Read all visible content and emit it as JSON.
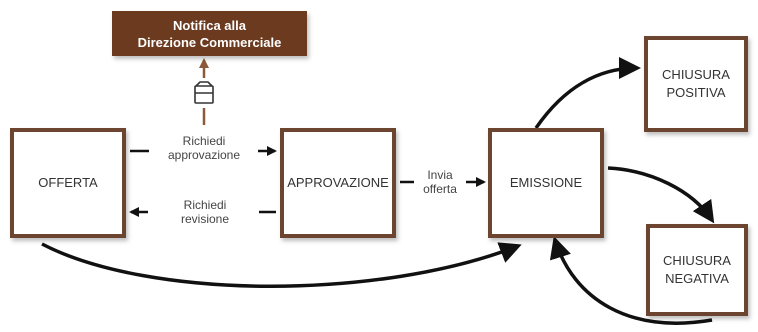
{
  "colors": {
    "box_border": "#6b4530",
    "note_fill": "#6b3a1f",
    "note_arrow": "#8b5a3a",
    "flow_arrow": "#111111",
    "text": "#333333"
  },
  "notification": {
    "line1": "Notifica alla",
    "line2": "Direzione Commerciale",
    "icon": "tray-box-icon"
  },
  "nodes": {
    "offerta": {
      "label": "OFFERTA"
    },
    "approvazione": {
      "label": "APPROVAZIONE"
    },
    "emissione": {
      "label": "EMISSIONE"
    },
    "chiusura_positiva": {
      "line1": "CHIUSURA",
      "line2": "POSITIVA"
    },
    "chiusura_negativa": {
      "line1": "CHIUSURA",
      "line2": "NEGATIVA"
    }
  },
  "edges": {
    "richiedi_approvazione": {
      "line1": "Richiedi",
      "line2": "approvazione"
    },
    "richiedi_revisione": {
      "line1": "Richiedi",
      "line2": "revisione"
    },
    "invia_offerta": {
      "line1": "Invia",
      "line2": "offerta"
    }
  }
}
